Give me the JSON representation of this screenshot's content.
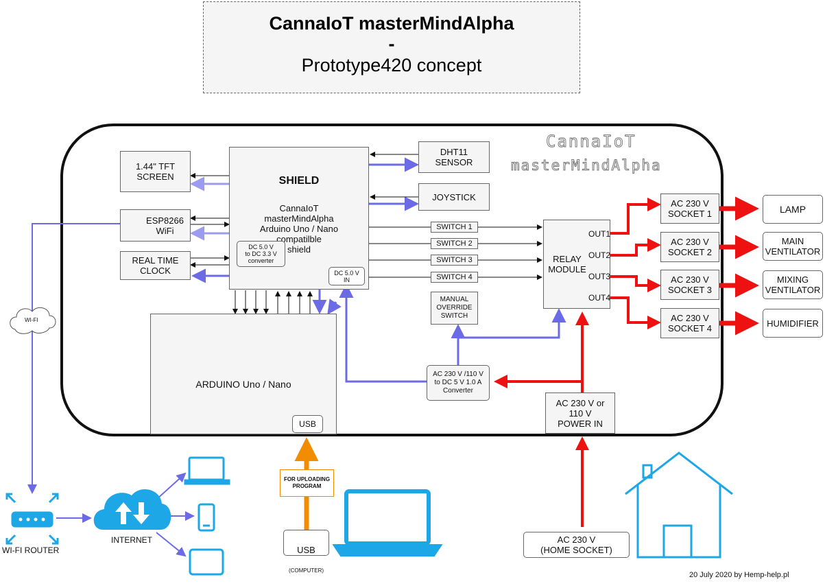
{
  "title": {
    "line1": "CannaIoT masterMindAlpha",
    "line2": "-",
    "line3": "Prototype420 concept"
  },
  "watermark": {
    "line1": "CannaIoT",
    "line2": "masterMindAlpha"
  },
  "shield": {
    "heading": "SHIELD",
    "text": "CannaIoT\nmasterMindAlpha\nArduino Uno / Nano\ncompatilble\nshield"
  },
  "dc_converter": "DC 5.0 V\nto DC 3.3 V\nconverter",
  "dc_in": "DC 5.0 V\nIN",
  "tft": "1.44\" TFT\nSCREEN",
  "esp": "ESP8266\nWiFi",
  "rtc": "REAL TIME\nCLOCK",
  "dht": "DHT11\nSENSOR",
  "joystick": "JOYSTICK",
  "switches": [
    "SWITCH 1",
    "SWITCH 2",
    "SWITCH 3",
    "SWITCH 4"
  ],
  "manual_override": "MANUAL\nOVERRIDE\nSWITCH",
  "relay": {
    "label": "RELAY\nMODULE",
    "outputs": [
      "OUT1",
      "OUT2",
      "OUT3",
      "OUT4"
    ]
  },
  "sockets": [
    "AC 230 V\nSOCKET 1",
    "AC 230 V\nSOCKET 2",
    "AC 230 V\nSOCKET 3",
    "AC 230 V\nSOCKET 4"
  ],
  "devices": [
    "LAMP",
    "MAIN\nVENTILATOR",
    "MIXING\nVENTILATOR",
    "HUMIDIFIER"
  ],
  "arduino": {
    "label": "ARDUINO Uno / Nano",
    "usb": "USB"
  },
  "ac_converter": "AC 230 V /110 V\nto DC 5 V 1.0 A\nConverter",
  "power_in": "AC 230 V or\n110 V\nPOWER IN",
  "home_socket": "AC 230 V\n(HOME SOCKET)",
  "usb_computer": {
    "label": "USB",
    "sub": "(COMPUTER)"
  },
  "upload_label": "FOR UPLOADING\nPROGRAM",
  "wifi_cloud": "WI-FI",
  "router_label": "WI-FI ROUTER",
  "internet_label": "INTERNET",
  "footer": "20 July 2020 by Hemp-help.pl",
  "colors": {
    "blue_link": "#6b6be6",
    "light_blue": "#9b9bf0",
    "red": "#ee1111",
    "orange": "#f28c00",
    "icon_blue": "#1ea7e6"
  },
  "icons": [
    "wifi-icon",
    "router-icon",
    "cloud-icon",
    "laptop-icon",
    "phone-icon",
    "tablet-icon",
    "house-icon"
  ]
}
